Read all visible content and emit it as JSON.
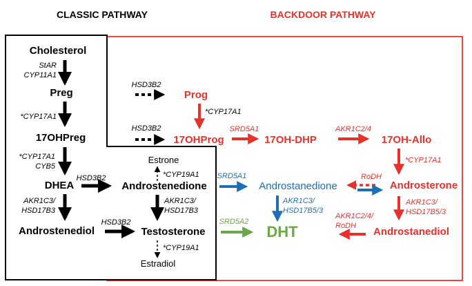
{
  "headers": {
    "classic": "CLASSIC PATHWAY",
    "backdoor": "BACKDOOR PATHWAY"
  },
  "colors": {
    "classic": "#000000",
    "backdoor": "#e8312b",
    "blue": "#1f6fb4",
    "green": "#6ea64a"
  },
  "classic": {
    "cholesterol": "Cholesterol",
    "star": "StAR",
    "cyp11a1": "CYP11A1",
    "preg": "Preg",
    "cyp17a1_a": "*CYP17A1",
    "ohpreg": "17OHPreg",
    "cyp17a1_b": "*CYP17A1",
    "cyb5": "CYB5",
    "dhea": "DHEA",
    "hsd3b2_a": "HSD3B2",
    "akr1c3_a": "AKR1C3/",
    "hsd17b3_a": "HSD17B3",
    "androstenediol": "Androstenediol",
    "hsd3b2_b": "HSD3B2",
    "estrone": "Estrone",
    "cyp19a1_a": "*CYP19A1",
    "androstenedione": "Androstenedione",
    "akr1c3_b": "AKR1C3/",
    "hsd17b3_b": "HSD17B3",
    "testosterone": "Testosterone",
    "cyp19a1_b": "*CYP19A1",
    "estradiol": "Estradiol"
  },
  "backdoor": {
    "hsd3b2_c": "HSD3B2",
    "prog": "Prog",
    "cyp17a1_c": "*CYP17A1",
    "hsd3b2_d": "HSD3B2",
    "ohprog": "17OHProg",
    "srd5a1_a": "SRD5A1",
    "ohdhp": "17OH-DHP",
    "akr1c24_a": "AKR1C2/4",
    "ohallo": "17OH-Allo",
    "cyp17a1_d": "*CYP17A1",
    "androsterone": "Androsterone",
    "rodh_a": "RoDH",
    "akr1c3_c": "AKR1C3/",
    "hsd17b53_a": "HSD17B5/3",
    "androstanediol": "Androstanediol",
    "akr1c24_b": "AKR1C2/4/",
    "rodh_b": "RoDH"
  },
  "blue": {
    "srd5a1_b": "SRD5A1",
    "androstanedione": "Androstanedione",
    "akr1c3_d": "AKR1C3/",
    "hsd17b53_b": "HSD17B5/3"
  },
  "green": {
    "srd5a2": "SRD5A2",
    "dht": "DHT"
  }
}
